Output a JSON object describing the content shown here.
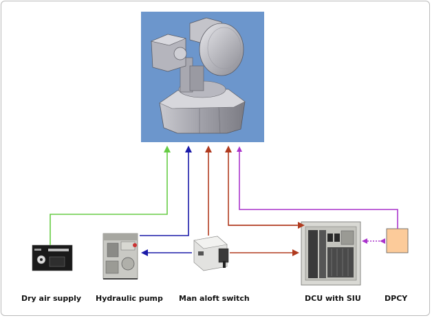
{
  "components": {
    "dry_air_supply": "Dry air supply",
    "hydraulic_pump": "Hydraulic pump",
    "man_aloft_switch": "Man aloft switch",
    "dcu_with_siu": "DCU with SIU",
    "dpcy": "DPCY"
  },
  "colors": {
    "dry_air_line": "#66cc44",
    "hydraulic_line": "#1a1aa8",
    "man_aloft_line": "#b03a1e",
    "dpcy_line": "#aa33cc",
    "radar_background": "#6c96cc",
    "dpcy_box": "#fccb9a"
  },
  "icons": {
    "radar_antenna": "radar-antenna-illustration",
    "dry_air_supply": "dry-air-unit-photo",
    "hydraulic_pump": "hydraulic-pump-photo",
    "man_aloft_switch": "switch-box-photo",
    "dcu_with_siu": "dcu-cabinet-photo",
    "dpcy": "dpcy-box"
  }
}
